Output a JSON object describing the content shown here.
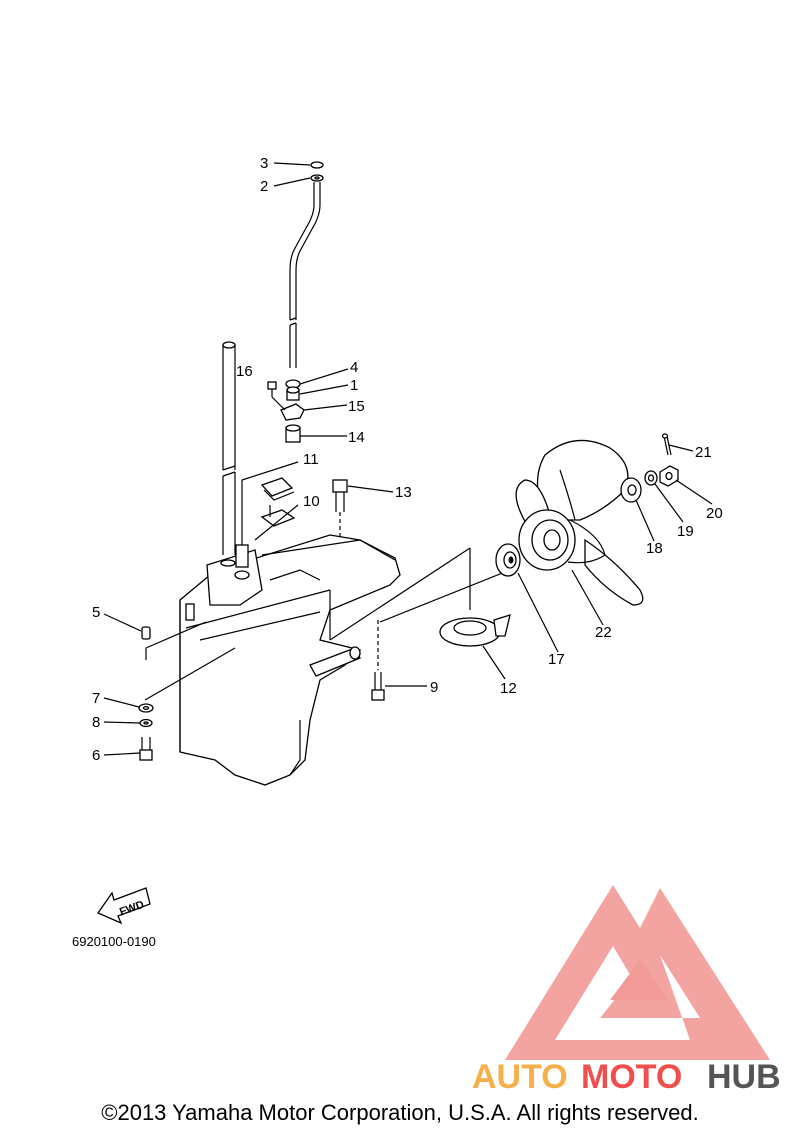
{
  "diagram": {
    "callouts": [
      "3",
      "2",
      "4",
      "16",
      "1",
      "15",
      "14",
      "11",
      "13",
      "10",
      "5",
      "7",
      "8",
      "6",
      "9",
      "12",
      "17",
      "22",
      "21",
      "20",
      "19",
      "18"
    ],
    "fwd_label": "FWD",
    "part_code": "6920100-0190"
  },
  "watermark": {
    "brand_part1": "AUTO",
    "brand_part2": "MOTO",
    "brand_part3": "HUB",
    "colors": {
      "triangle": "#f29a97",
      "auto": "#f6b04a",
      "moto": "#ee4f4c",
      "hub": "#555555"
    }
  },
  "footer": {
    "copyright": "©2013 Yamaha Motor Corporation, U.S.A. All rights reserved."
  }
}
